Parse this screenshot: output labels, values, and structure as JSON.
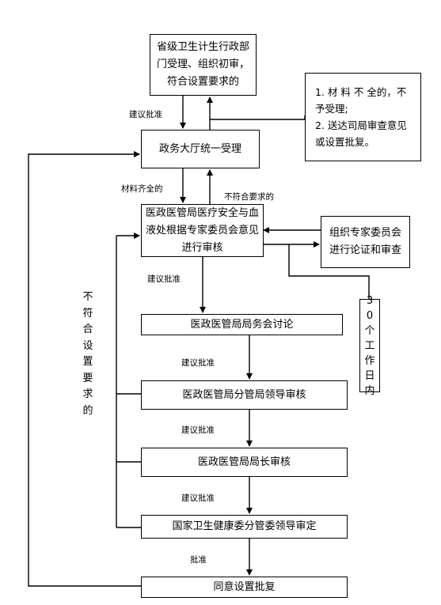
{
  "boxes": {
    "provincial": "省级卫生计生行政部门受理、组织初审，符合设置要求的",
    "hall": "政务大厅统一受理",
    "review_dept": "医政医管局医疗安全与血液处根据专家委员会意见进行审核",
    "expert": "组织专家委员会进行论证和审查",
    "bureau_meeting": "医政医管局局务会讨论",
    "leader_review": "医政医管局分管局领导审核",
    "director_review": "医政医管局局长审核",
    "commission_review": "国家卫生健康委分管委领导审定",
    "approve": "同意设置批复"
  },
  "notes": {
    "incomplete_item1": "1. 材 料 不 全的，不予受理;",
    "incomplete_item2": "2. 送达司局审查意见或设置批复。",
    "days": "30个工作日内",
    "not_meet_left": "不符合设置要求的"
  },
  "labels": {
    "suggest1": "建议批准",
    "materials": "材料齐全的",
    "not_meet": "不符合要求的",
    "suggest2": "建议批准",
    "suggest3": "建议批准",
    "suggest4": "建议批准",
    "suggest5": "建议批准",
    "approved": "批准"
  }
}
